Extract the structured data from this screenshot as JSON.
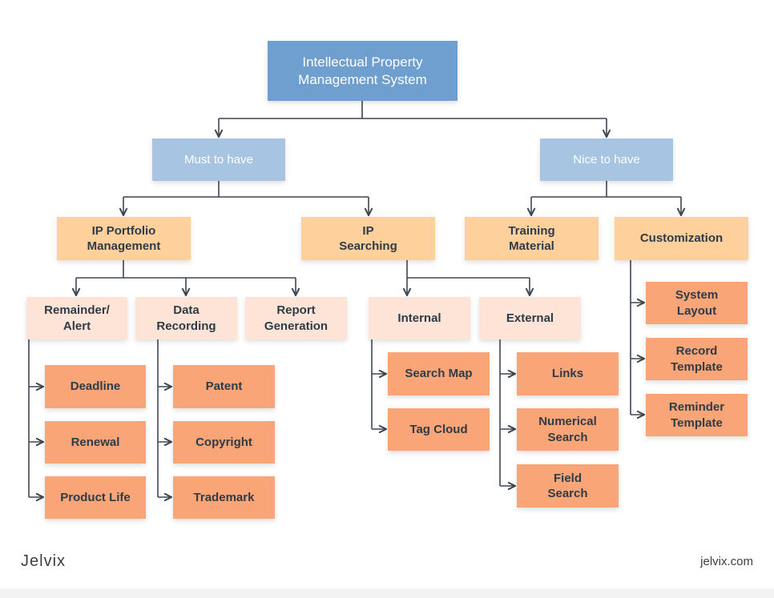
{
  "nodes": {
    "root": "Intellectual Property\nManagement System",
    "must": "Must to have",
    "nice": "Nice to have",
    "ip_portfolio": "IP Portfolio\nManagement",
    "ip_searching": "IP\nSearching",
    "training": "Training\nMaterial",
    "customization": "Customization",
    "reminder_alert": "Remainder/\nAlert",
    "data_recording": "Data\nRecording",
    "report_generation": "Report\nGeneration",
    "internal": "Internal",
    "external": "External",
    "deadline": "Deadline",
    "renewal": "Renewal",
    "product_life": "Product Life",
    "patent": "Patent",
    "copyright": "Copyright",
    "trademark": "Trademark",
    "search_map": "Search Map",
    "tag_cloud": "Tag Cloud",
    "links": "Links",
    "numerical_search": "Numerical\nSearch",
    "field_search": "Field\nSearch",
    "system_layout": "System\nLayout",
    "record_template": "Record\nTemplate",
    "reminder_template": "Reminder\nTemplate"
  },
  "branding": {
    "logo": "Jelvix",
    "url": "jelvix.com"
  },
  "colors": {
    "root": "#6f9fcf",
    "category": "#a7c4e3",
    "module": "#fdd09c",
    "submodule": "#fde4d6",
    "leaf": "#f9a578",
    "connector": "#3c4652"
  }
}
